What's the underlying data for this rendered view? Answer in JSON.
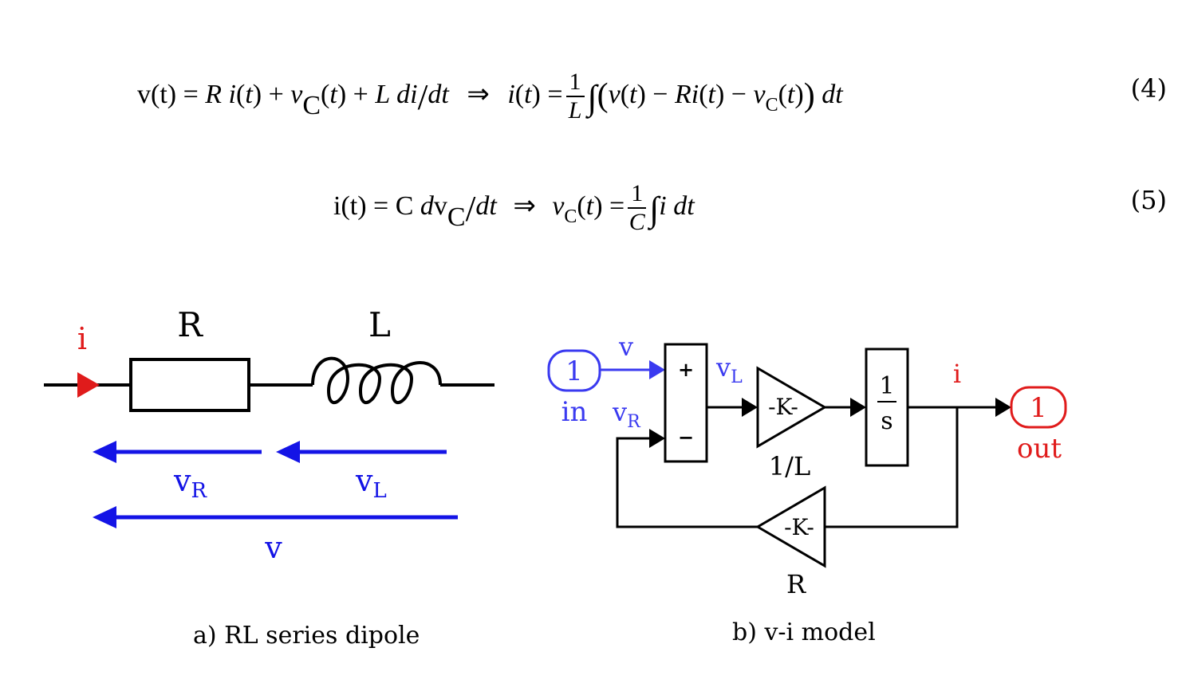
{
  "equations": [
    {
      "number": "(4)"
    },
    {
      "number": "(5)"
    }
  ],
  "circuit": {
    "current_label": "i",
    "resistor_label": "R",
    "inductor_label": "L",
    "vr_main": "v",
    "vr_sub": "R",
    "vl_main": "v",
    "vl_sub": "L",
    "v_total": "v",
    "caption": "a) RL series dipole"
  },
  "model": {
    "in_port_number": "1",
    "in_port_label": "in",
    "v_signal": "v",
    "vl_main": "v",
    "vl_sub": "L",
    "vr_main": "v",
    "vr_sub": "R",
    "sum_plus": "+",
    "sum_minus": "−",
    "gain_forward": "-K-",
    "gain_forward_label": "1/L",
    "integrator_num": "1",
    "integrator_den": "s",
    "i_signal": "i",
    "out_port_number": "1",
    "out_port_label": "out",
    "gain_feedback": "-K-",
    "gain_feedback_label": "R",
    "caption": "b) v-i model"
  },
  "colors": {
    "blue": "#3a3af0",
    "arrow_blue": "#1414e6",
    "red": "#e01b1b",
    "black": "#000000"
  }
}
